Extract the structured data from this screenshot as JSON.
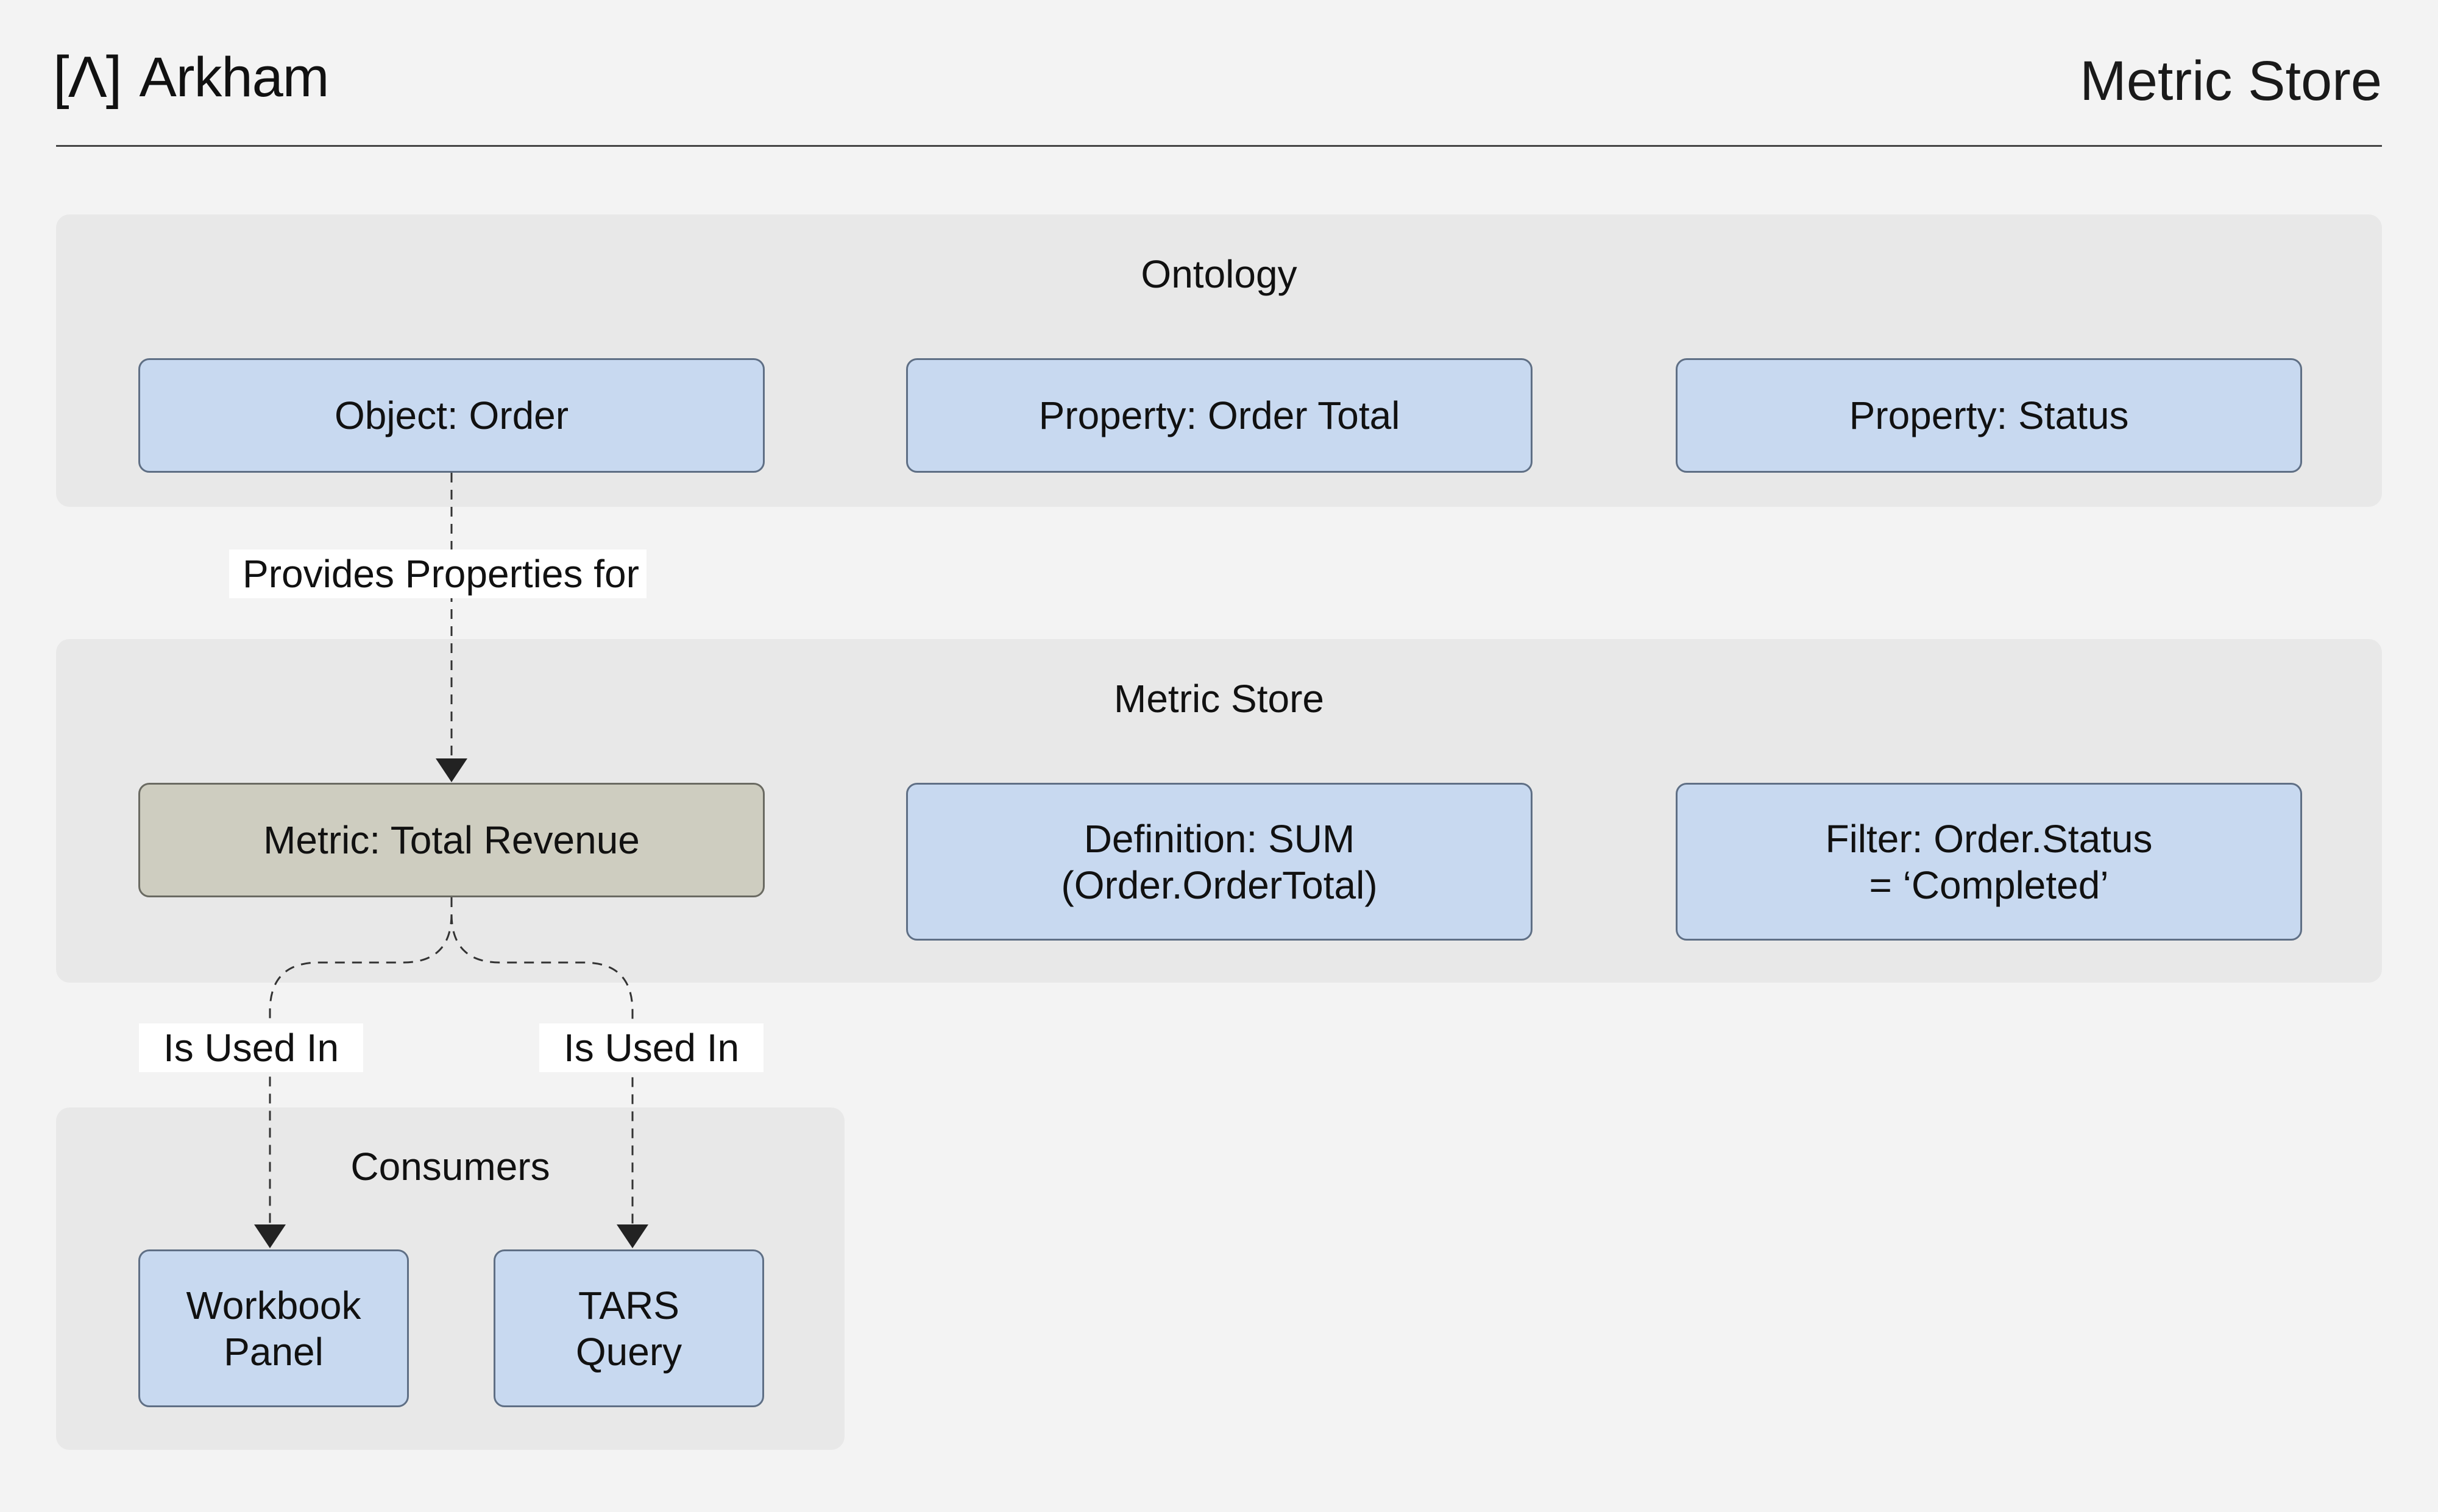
{
  "header": {
    "logo_mark": "[Λ]",
    "logo_text": "Arkham",
    "title": "Metric Store"
  },
  "groups": {
    "ontology": {
      "title": "Ontology",
      "nodes": [
        "Object: Order",
        "Property: Order Total",
        "Property: Status"
      ]
    },
    "metric_store": {
      "title": "Metric Store",
      "nodes": [
        "Metric: Total Revenue",
        "Definition: SUM\n(Order.OrderTotal)",
        "Filter: Order.Status\n= ‘Completed’"
      ]
    },
    "consumers": {
      "title": "Consumers",
      "nodes": [
        "Workbook\nPanel",
        "TARS\nQuery"
      ]
    }
  },
  "edges": {
    "provides": "Provides Properties for",
    "used_in_left": "Is Used In",
    "used_in_right": "Is Used In"
  },
  "colors": {
    "background": "#f3f3f3",
    "group_fill": "#e8e8e8",
    "node_fill": "#c8d9f0",
    "metric_fill": "#cecdc0",
    "edge": "#333333"
  }
}
